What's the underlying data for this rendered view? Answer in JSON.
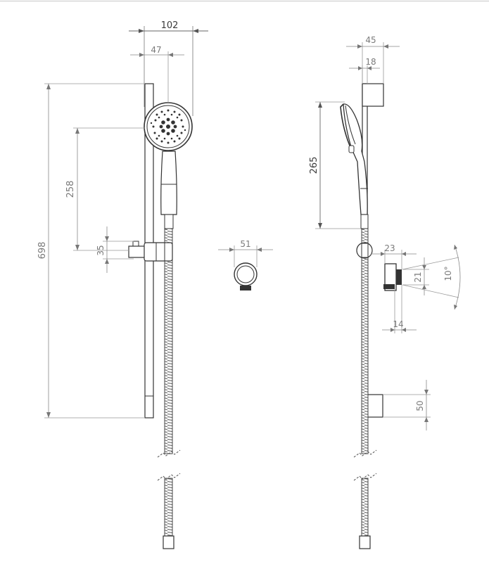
{
  "diagram": {
    "front_view": {
      "dim_head_width": "102",
      "dim_head_offset": "47",
      "dim_rail_height": "698",
      "dim_head_height": "258",
      "dim_slider_height": "35"
    },
    "wall_outlet_top": {
      "dim_outlet_width": "51"
    },
    "side_view": {
      "dim_total_depth": "45",
      "dim_rail_depth": "18",
      "dim_head_length": "265",
      "dim_outlet_depth": "23",
      "dim_outlet_height": "21",
      "dim_outlet_angle": "10°",
      "dim_outlet_nozzle": "14",
      "dim_bracket_height": "50"
    }
  }
}
